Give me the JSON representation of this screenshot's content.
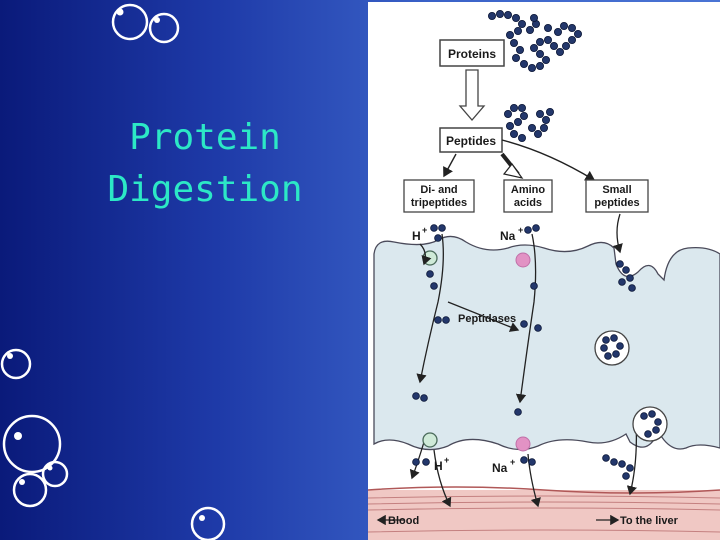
{
  "slide": {
    "title_line1": "Protein",
    "title_line2": "Digestion"
  },
  "diagram": {
    "proteins_label": "Proteins",
    "peptides_label": "Peptides",
    "di_tri_label_1": "Di- and",
    "di_tri_label_2": "tripeptides",
    "amino_label_1": "Amino",
    "amino_label_2": "acids",
    "small_label_1": "Small",
    "small_label_2": "peptides",
    "h_top": "H",
    "na_top": "Na",
    "h_bottom": "H",
    "na_bottom": "Na",
    "plus": "+",
    "peptidases_label": "Peptidases",
    "blood_label": "Blood",
    "liver_label": "To the liver"
  },
  "colors": {
    "title": "#2ce8c6",
    "cell": "#dbe8ee",
    "blood": "#f0c8c4",
    "bead": "#23376b",
    "sodium_pump": "#e292c4",
    "proton_pump": "#cfead8"
  }
}
